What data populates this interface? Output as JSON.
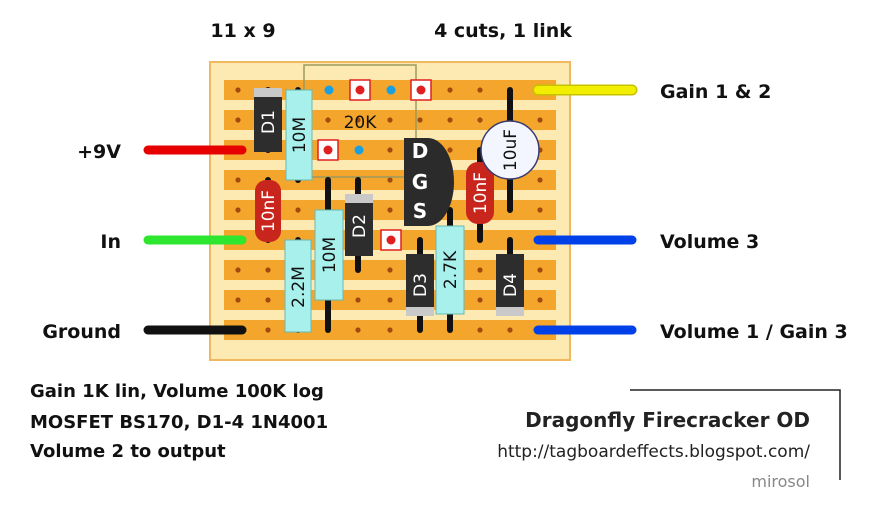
{
  "header": {
    "board_size": "11 x 9",
    "cuts_links": "4 cuts, 1 link"
  },
  "wires": {
    "left": [
      {
        "label": "+9V",
        "color": "#e60000"
      },
      {
        "label": "In",
        "color": "#2ee62e"
      },
      {
        "label": "Ground",
        "color": "#111111"
      }
    ],
    "right": [
      {
        "label": "Gain 1 & 2",
        "color": "#f2ee00"
      },
      {
        "label": "Volume 3",
        "color": "#0040e8"
      },
      {
        "label": "Volume 1 / Gain 3",
        "color": "#0040e8"
      }
    ]
  },
  "components": {
    "d1": "D1",
    "d2": "D2",
    "d3": "D3",
    "d4": "D4",
    "r_10m_a": "10M",
    "r_10m_b": "10M",
    "r_2m2": "2.2M",
    "r_2k7": "2.7K",
    "c_10nf_a": "10nF",
    "c_10nf_b": "10nF",
    "c_10uf": "10uF",
    "trim_20k": "20K",
    "mosfet_d": "D",
    "mosfet_g": "G",
    "mosfet_s": "S"
  },
  "notes": [
    "Gain 1K lin, Volume 100K log",
    "MOSFET BS170, D1-4 1N4001",
    "Volume 2 to output"
  ],
  "credits": {
    "title": "Dragonfly Firecracker OD",
    "url": "http://tagboardeffects.blogspot.com/",
    "author": "mirosol"
  },
  "colors": {
    "board": "#fdeab3",
    "board_edge": "#f2b860",
    "strip": "#f3a62b",
    "hole": "#a04a10",
    "resistor": "#a8f0ec",
    "diode": "#2d2d2d",
    "film_cap": "#c8261c",
    "electrolytic": "#f4f6ff",
    "mosfet": "#2b2b2b",
    "cut": "#e02020",
    "trim_pin": "#1aa0e0"
  }
}
